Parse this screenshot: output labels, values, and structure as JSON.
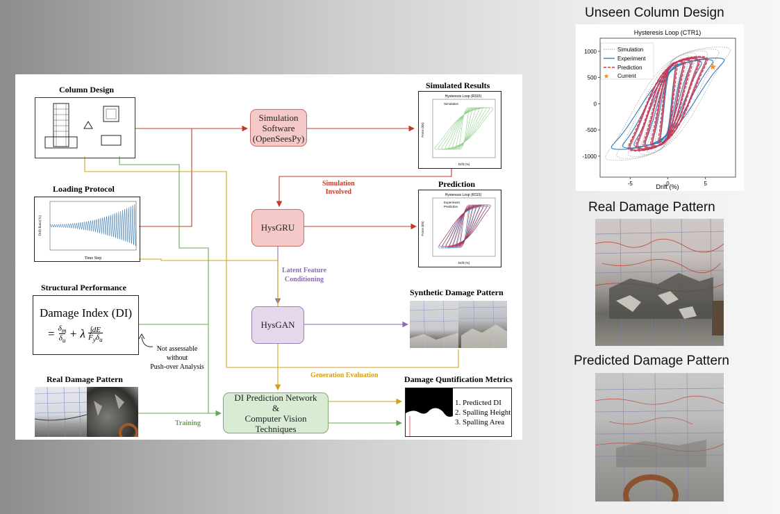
{
  "diagram": {
    "column_design_title": "Column Design",
    "loading_protocol_title": "Loading Protocol",
    "structural_performance_title": "Structural Performance",
    "real_damage_title": "Real Damage Pattern",
    "simulated_results_title": "Simulated Results",
    "prediction_title": "Prediction",
    "synthetic_damage_title": "Synthetic Damage Pattern",
    "metrics_title": "Damage Quntification Metrics",
    "sim_software_lines": [
      "Simulation",
      "Software",
      "(OpenSeesPy)"
    ],
    "hysgru": "HysGRU",
    "hysgan": "HysGAN",
    "di_net_lines": [
      "DI Prediction Network",
      "&",
      "Computer Vision Techniques"
    ],
    "simulation_involved_lines": [
      "Simulation",
      "Involved"
    ],
    "latent_lines": [
      "Latent Feature",
      "Conditioning"
    ],
    "generation_evaluation": "Generation Evaluation",
    "training": "Training",
    "not_assessable_lines": [
      "Not assessable",
      "without",
      "Push-over Analysis"
    ],
    "damage_index_line1": "Damage Index (DI)",
    "metrics_items": [
      "1. Predicted DI",
      "2. Spalling Height",
      "3. Spalling Area"
    ],
    "small_chart_title": "Hysteresis Loop (R315)",
    "sim_legend": "Simulation",
    "pred_legend": [
      "Experiment",
      "Prediction"
    ],
    "small_xlabel": "Drift (%)",
    "small_ylabel": "Force (kN)",
    "loading_ylabel": "Drift Ratio(%)",
    "loading_xlabel": "Time Step"
  },
  "right_panel": {
    "unseen_title": "Unseen Column Design",
    "real_damage_title": "Real Damage Pattern",
    "predicted_damage_title": "Predicted Damage Pattern"
  },
  "chart_data": {
    "type": "line",
    "title": "Hysteresis Loop (CTR1)",
    "xlabel": "Drift (%)",
    "ylabel": "",
    "xlim": [
      -9,
      9
    ],
    "ylim": [
      -1400,
      1250
    ],
    "xticks": [
      -5,
      0,
      5
    ],
    "yticks": [
      1000,
      500,
      0,
      -500,
      -1000
    ],
    "legend_position": "upper-left",
    "series": [
      {
        "name": "Simulation",
        "style": "dotted",
        "color": "#aaaaaa"
      },
      {
        "name": "Experiment",
        "style": "solid",
        "color": "#3a7ab8"
      },
      {
        "name": "Prediction",
        "style": "dashed",
        "color": "#d73a3a"
      },
      {
        "name": "Current",
        "style": "star",
        "color": "#ff8c1a",
        "x": [
          6.0
        ],
        "y": [
          700
        ]
      }
    ]
  },
  "colors": {
    "red_arrow": "#c0392b",
    "orange_arrow": "#d4a017",
    "green_arrow": "#6aa84f",
    "purple_arrow": "#8e6bb0"
  }
}
